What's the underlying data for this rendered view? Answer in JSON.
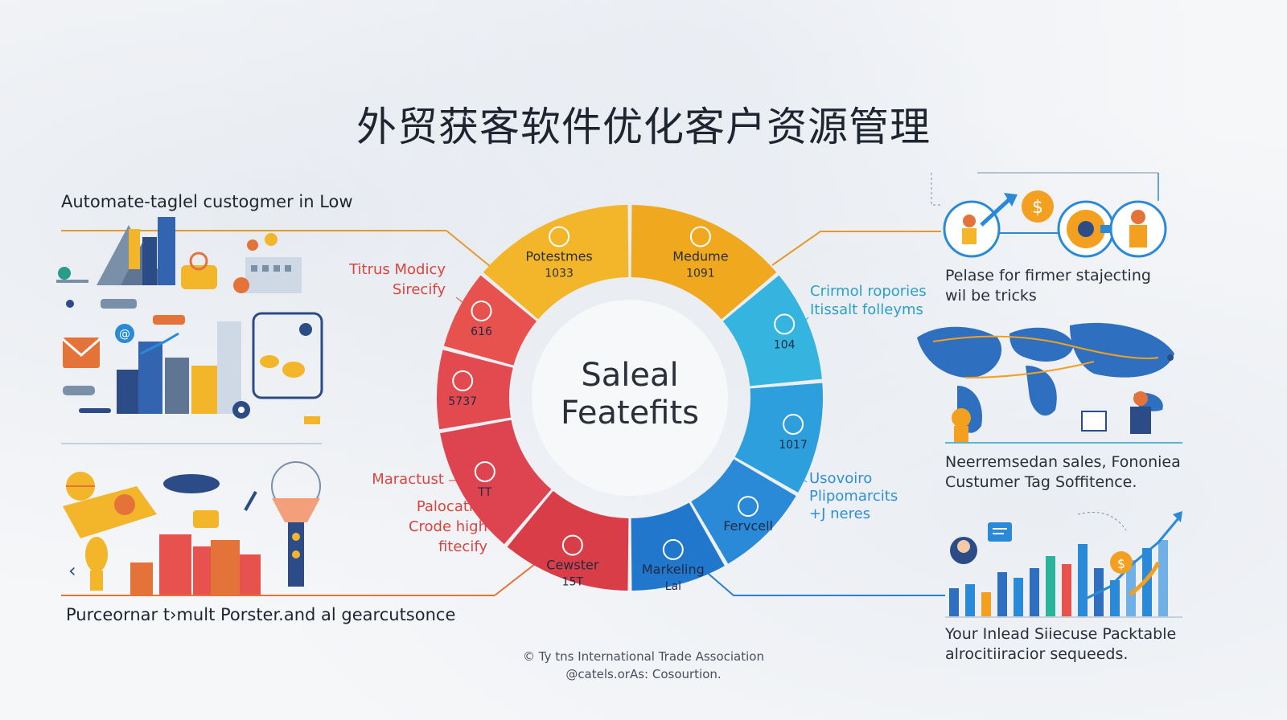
{
  "title": "外贸获客软件优化客户资源管理",
  "left_top": {
    "title": "Automate-taglel custogmer in Low"
  },
  "left_bottom": {
    "caption": "Purceornar t›mult Porster.and al gearcutsonce"
  },
  "annotations_left": {
    "upper": [
      "Titrus Modicy",
      "Sirecify"
    ],
    "lower_1": "Maractust",
    "lower_2": [
      "Palocatiat",
      "Crode high",
      "fitecify"
    ]
  },
  "annotations_right": {
    "upper": [
      "Crirmol ropories",
      "Itissalt folleyms"
    ],
    "lower": [
      "Usovoiro",
      "Plipomarcits",
      "+J neres"
    ]
  },
  "wheel": {
    "center_title": [
      "Saleal",
      "Featefits"
    ],
    "segments": [
      {
        "name": "Potestmes",
        "value": "1033",
        "color": "#f3b52a",
        "icon": "handshake-icon"
      },
      {
        "name": "Medume",
        "value": "1091",
        "color": "#f0a81f",
        "icon": "people-icon"
      },
      {
        "name": "",
        "value": "104",
        "color": "#35b4e0",
        "icon": "chart-icon"
      },
      {
        "name": "",
        "value": "1017",
        "color": "#2d9fdc",
        "icon": "document-icon"
      },
      {
        "name": "Fervcell",
        "value": "",
        "color": "#2a8ad8",
        "icon": "network-icon"
      },
      {
        "name": "Markeling",
        "value": "Lai",
        "color": "#2077cc",
        "icon": "cloud-icon"
      },
      {
        "name": "Cewster",
        "value": "15T",
        "color": "#d93e48",
        "icon": "target-icon"
      },
      {
        "name": "",
        "value": "TT",
        "color": "#de4450",
        "icon": "team-icon"
      },
      {
        "name": "",
        "value": "5737",
        "color": "#e34a4f",
        "icon": "globe-icon"
      },
      {
        "name": "",
        "value": "616",
        "color": "#e8524e",
        "icon": "trend-icon"
      }
    ]
  },
  "right": {
    "caption_1": [
      "Pelase for firmer stajecting",
      "wil be tricks"
    ],
    "caption_2": [
      "Neerremsedan sales, Fononiea",
      "Custumer Tag Soffitence."
    ],
    "caption_3": [
      "Your Inlead Siiecuse Packtable",
      "alrocitiiracior sequeeds."
    ]
  },
  "footer": [
    "© Ty tns International Trade Association",
    "@catels.orAs: Cosourtion."
  ],
  "colors": {
    "yellow": "#f3b52a",
    "red": "#e04a4d",
    "blue": "#2f9ad8",
    "line_orange": "#e59a2e"
  }
}
